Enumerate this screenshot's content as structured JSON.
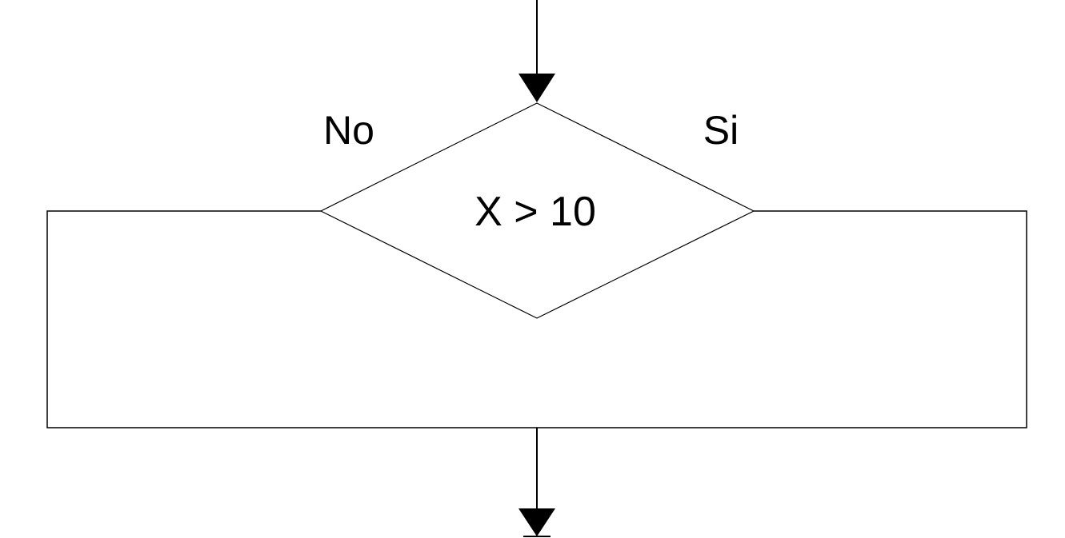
{
  "diagram": {
    "type": "flowchart-decision",
    "decision": {
      "condition": "X > 10"
    },
    "branches": {
      "left_label": "No",
      "right_label": "Si"
    },
    "colors": {
      "stroke": "#000000",
      "fill": "#ffffff",
      "text": "#000000"
    }
  }
}
